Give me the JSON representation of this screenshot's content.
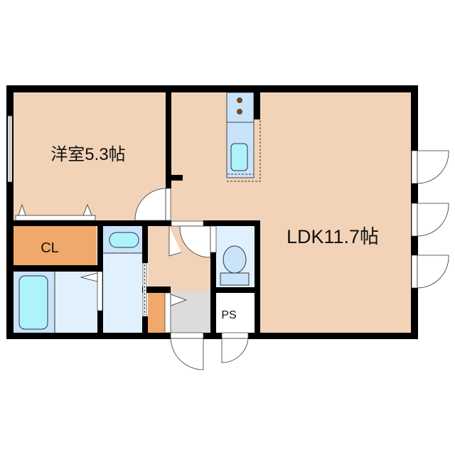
{
  "floor_plan": {
    "title": "1LDK floor plan",
    "rooms": [
      {
        "id": "western-room",
        "label": "洋室5.3帖",
        "type": "bedroom",
        "size_jo": 5.3
      },
      {
        "id": "ldk",
        "label": "LDK11.7帖",
        "type": "living-dining-kitchen",
        "size_jo": 11.7
      },
      {
        "id": "closet",
        "label": "CL",
        "type": "closet"
      },
      {
        "id": "pipe-space",
        "label": "PS",
        "type": "pipe-space"
      },
      {
        "id": "bathroom",
        "label": "",
        "type": "bathtub"
      },
      {
        "id": "washroom",
        "label": "",
        "type": "washroom"
      },
      {
        "id": "toilet",
        "label": "",
        "type": "toilet"
      },
      {
        "id": "entrance",
        "label": "",
        "type": "genkan"
      },
      {
        "id": "shoe-closet",
        "label": "",
        "type": "storage"
      },
      {
        "id": "kitchen",
        "label": "",
        "type": "kitchen-counter"
      }
    ],
    "colors": {
      "wall": "#000000",
      "floor": "#f2d3b8",
      "closet": "#f0a96a",
      "wet_area": "#c9e3fb",
      "wet_area_light": "#e0f1fd",
      "fixture": "#aef2fc",
      "entrance": "#dcdcdc",
      "stove_burner": "#8b4513",
      "background": "#ffffff"
    }
  }
}
